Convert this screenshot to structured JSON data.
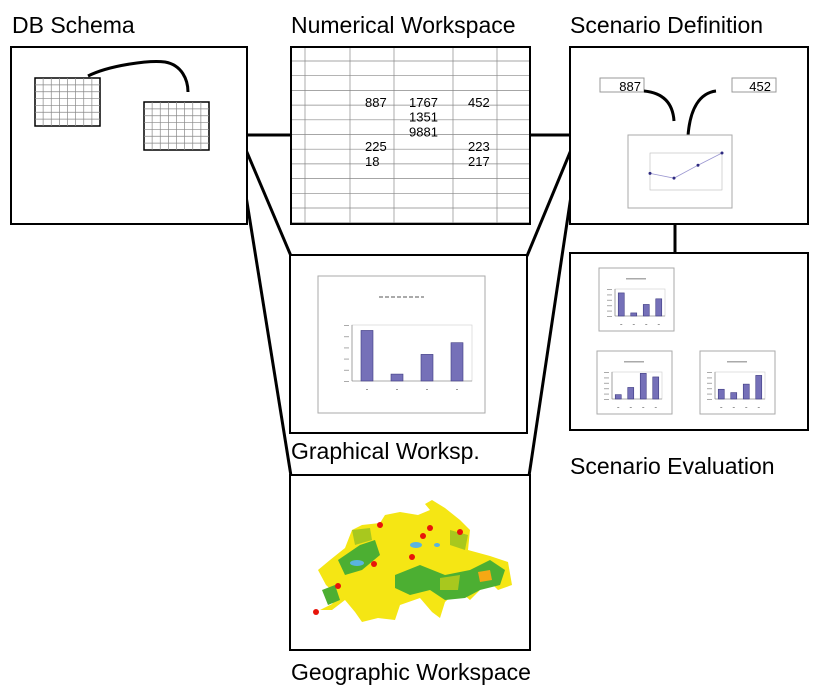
{
  "titles": {
    "db_schema": "DB Schema",
    "numerical": "Numerical Workspace",
    "scenario_definition": "Scenario Definition",
    "graphical": "Graphical Worksp.",
    "scenario_evaluation": "Scenario Evaluation",
    "geographic": "Geographic Workspace"
  },
  "spreadsheet": {
    "cells": [
      {
        "col": 2,
        "row": 0,
        "value": "887"
      },
      {
        "col": 3,
        "row": 0,
        "value": "1767"
      },
      {
        "col": 4,
        "row": 0,
        "value": "452"
      },
      {
        "col": 3,
        "row": 1,
        "value": "1351"
      },
      {
        "col": 3,
        "row": 2,
        "value": "9881"
      },
      {
        "col": 2,
        "row": 3,
        "value": "225"
      },
      {
        "col": 4,
        "row": 3,
        "value": "223"
      },
      {
        "col": 2,
        "row": 4,
        "value": "18"
      },
      {
        "col": 4,
        "row": 4,
        "value": "217"
      }
    ]
  },
  "scenario_definition": {
    "input_left": "887",
    "input_right": "452",
    "chart_data": {
      "type": "line",
      "values": [
        0.45,
        0.32,
        0.67,
        1.0
      ],
      "color": "#7570b8"
    }
  },
  "chart_data": [
    {
      "name": "graphical-workspace-chart",
      "type": "bar",
      "values": [
        0.95,
        0.13,
        0.5,
        0.72
      ],
      "ylim": [
        0,
        1
      ]
    },
    {
      "name": "evaluation-chart-1",
      "type": "bar",
      "values": [
        0.9,
        0.12,
        0.45,
        0.67
      ],
      "ylim": [
        0,
        1
      ]
    },
    {
      "name": "evaluation-chart-2",
      "type": "bar",
      "values": [
        0.17,
        0.45,
        1.0,
        0.86
      ],
      "ylim": [
        0,
        1
      ]
    },
    {
      "name": "evaluation-chart-3",
      "type": "bar",
      "values": [
        0.38,
        0.25,
        0.58,
        0.92
      ],
      "ylim": [
        0,
        1
      ]
    }
  ],
  "colors": {
    "bar": "#7570b8",
    "map_yellow": "#f5e614",
    "map_green": "#4caf32",
    "map_lightgreen": "#a8c81e",
    "map_red": "#e8140a",
    "map_orange": "#f5a814",
    "map_water": "#5ab4e0"
  }
}
